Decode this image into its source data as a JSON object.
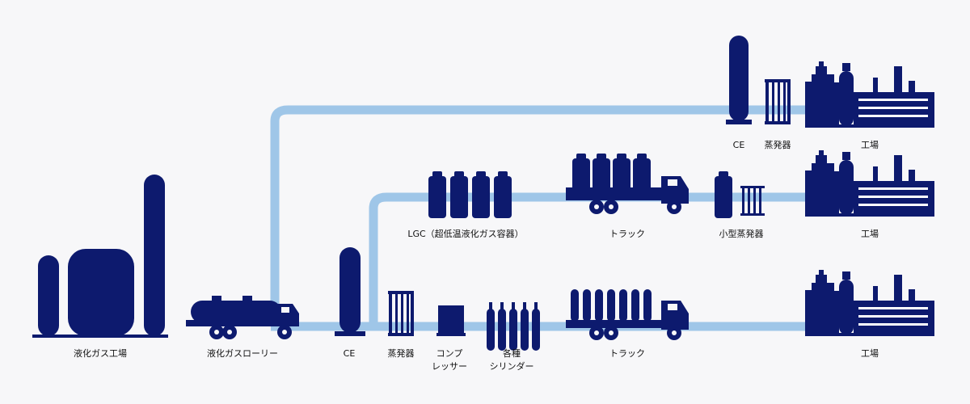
{
  "colors": {
    "navy": "#0d1a6e",
    "pipe": "#9fc6e8",
    "background": "#f7f7f9"
  },
  "labels": {
    "plant": "液化ガス工場",
    "lorry": "液化ガスローリー",
    "ce_bottom": "CE",
    "vaporizer_bottom": "蒸発器",
    "compressor_line1": "コンプ",
    "compressor_line2": "レッサー",
    "cylinders_line1": "各種",
    "cylinders_line2": "シリンダー",
    "truck_bottom": "トラック",
    "factory_bottom": "工場",
    "lgc": "LGC（超低温液化ガス容器）",
    "truck_mid": "トラック",
    "small_vaporizer": "小型蒸発器",
    "factory_mid": "工場",
    "ce_top": "CE",
    "vaporizer_top": "蒸発器",
    "factory_top": "工場"
  }
}
